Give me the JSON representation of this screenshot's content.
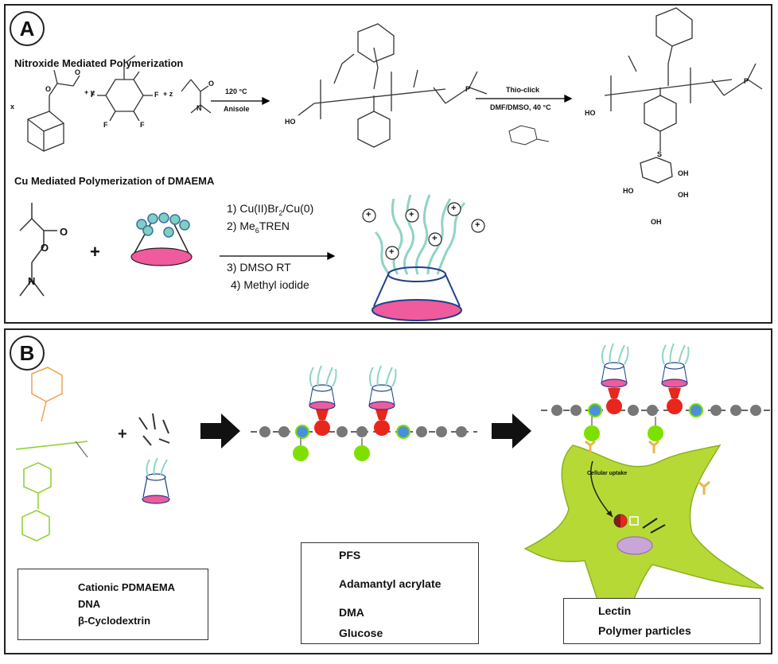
{
  "panelA": {
    "badge": "A",
    "nmp_title": "Nitroxide Mediated Polymerization",
    "cu_title": "Cu Mediated Polymerization of DMAEMA",
    "coef_x": "x",
    "coef_y": "y",
    "coef_z": "z",
    "plus": "+",
    "cond1_top": "120 °C",
    "cond1_bottom": "Anisole",
    "cond2_top": "Thio-click",
    "cond2_bottom": "DMF/DMSO, 40 °C",
    "cu_steps": [
      "1) Cu(II)Br",
      "2) Me",
      "3) DMSO RT",
      "4) Methyl iodide"
    ],
    "step1_sub": "2",
    "step1_tail": "/Cu(0)",
    "step2_sub": "6",
    "step2_tail": "TREN",
    "atoms": {
      "O": "O",
      "N": "N",
      "F": "F",
      "P": "P",
      "S": "S",
      "OH": "OH",
      "HO": "HO"
    },
    "charge": "+"
  },
  "panelB": {
    "badge": "B",
    "plus": "+",
    "uptake_label": "Cellular uptake",
    "legend1": [
      "Cationic PDMAEMA",
      "DNA",
      "β-Cyclodextrin"
    ],
    "legend2": [
      "PFS",
      "Adamantyl acrylate",
      "DMA",
      "Glucose"
    ],
    "legend3": [
      "Lectin",
      "Polymer particles"
    ]
  },
  "colors": {
    "pfs": "#4a90d9",
    "adamantyl": "#e8261c",
    "dma": "#777777",
    "glucose": "#7ee000",
    "cd_fill": "#ef5b9c",
    "cell": "#b6d936",
    "lectin": "#e6b84a",
    "polymer_green": "#8ccf2a",
    "adamantane_orange": "#f0a050"
  }
}
